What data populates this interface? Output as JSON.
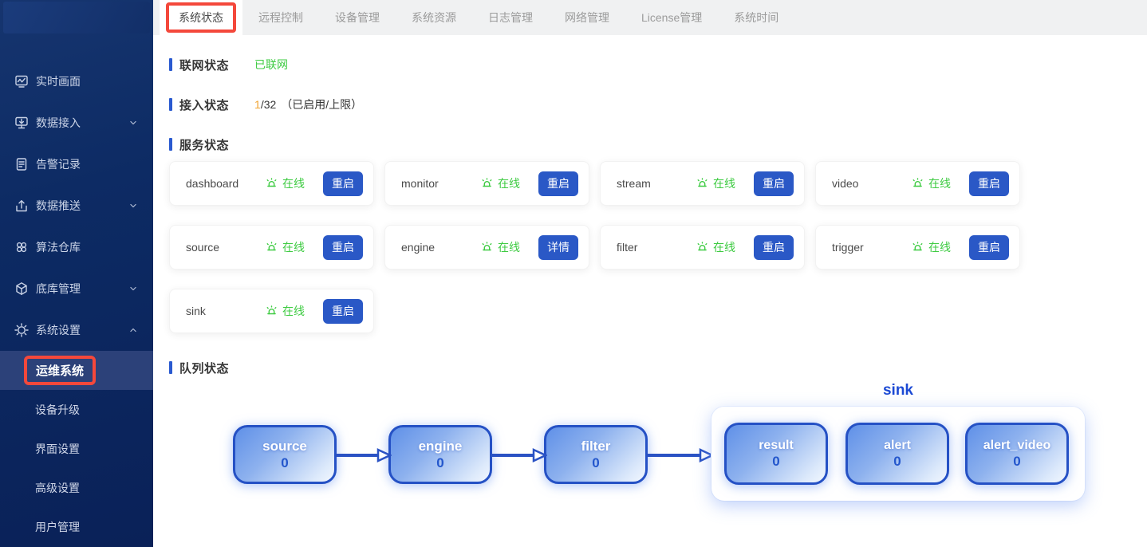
{
  "sidebar": {
    "menu_items": [
      {
        "label": "实时画面",
        "icon": "live-view-icon"
      },
      {
        "label": "数据接入",
        "icon": "data-access-icon",
        "chevron": "chevron-down-icon"
      },
      {
        "label": "告警记录",
        "icon": "alert-records-icon"
      },
      {
        "label": "数据推送",
        "icon": "data-push-icon",
        "chevron": "chevron-down-icon"
      },
      {
        "label": "算法仓库",
        "icon": "algorithm-store-icon"
      },
      {
        "label": "底库管理",
        "icon": "base-library-icon",
        "chevron": "chevron-down-icon"
      },
      {
        "label": "系统设置",
        "icon": "system-settings-icon",
        "chevron": "chevron-up-icon"
      }
    ],
    "submenu_items": [
      {
        "label": "运维系统",
        "active": true
      },
      {
        "label": "设备升级"
      },
      {
        "label": "界面设置"
      },
      {
        "label": "高级设置"
      },
      {
        "label": "用户管理"
      }
    ]
  },
  "tabs": [
    {
      "label": "系统状态",
      "active": true
    },
    {
      "label": "远程控制"
    },
    {
      "label": "设备管理"
    },
    {
      "label": "系统资源"
    },
    {
      "label": "日志管理"
    },
    {
      "label": "网络管理"
    },
    {
      "label": "License管理"
    },
    {
      "label": "系统时间"
    }
  ],
  "network_status": {
    "title": "联网状态",
    "value": "已联网"
  },
  "access_status": {
    "title": "接入状态",
    "enabled": "1",
    "limit": "/32",
    "note": "（已启用/上限）"
  },
  "services": {
    "title": "服务状态",
    "cards": [
      {
        "name": "dashboard",
        "status": "在线",
        "action": "重启"
      },
      {
        "name": "monitor",
        "status": "在线",
        "action": "重启"
      },
      {
        "name": "stream",
        "status": "在线",
        "action": "重启"
      },
      {
        "name": "video",
        "status": "在线",
        "action": "重启"
      },
      {
        "name": "source",
        "status": "在线",
        "action": "重启"
      },
      {
        "name": "engine",
        "status": "在线",
        "action": "详情"
      },
      {
        "name": "filter",
        "status": "在线",
        "action": "重启"
      },
      {
        "name": "trigger",
        "status": "在线",
        "action": "重启"
      },
      {
        "name": "sink",
        "status": "在线",
        "action": "重启"
      }
    ]
  },
  "queue": {
    "title": "队列状态",
    "chain": [
      {
        "name": "source",
        "value": "0"
      },
      {
        "name": "engine",
        "value": "0"
      },
      {
        "name": "filter",
        "value": "0"
      }
    ],
    "sink_group": {
      "label": "sink",
      "nodes": [
        {
          "name": "result",
          "value": "0"
        },
        {
          "name": "alert",
          "value": "0"
        },
        {
          "name": "alert_video",
          "value": "0"
        }
      ]
    }
  },
  "colors": {
    "accent_blue": "#2a58c6",
    "status_green": "#3ecb42",
    "count_orange": "#f0a32f",
    "annotation_red": "#f4483b",
    "sidebar_navy": "#0d2b64",
    "queue_node_blue": "#2551c5"
  }
}
